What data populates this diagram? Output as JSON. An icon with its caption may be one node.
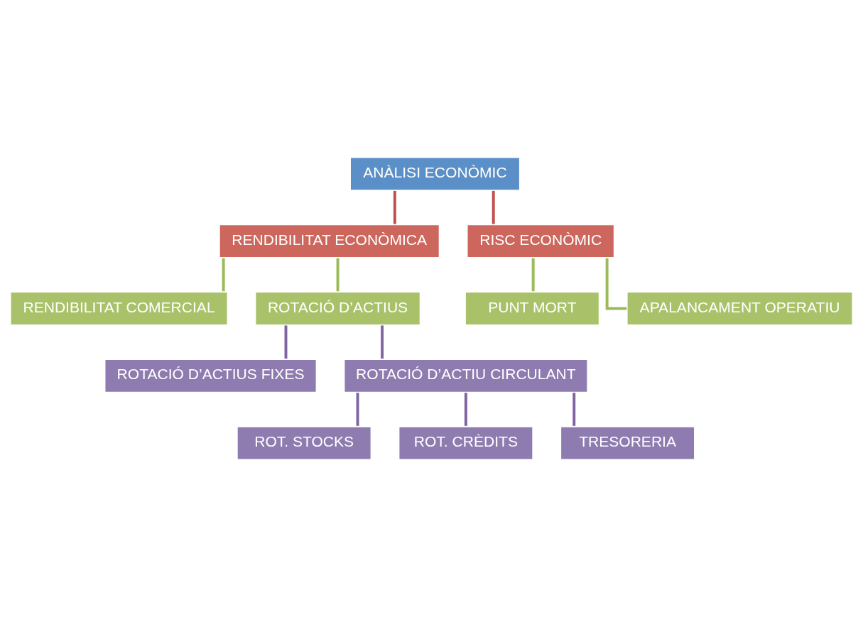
{
  "diagram": {
    "nodes": [
      {
        "text": [
          "ANÀLISI ECONÒMIC"
        ]
      },
      {
        "text": [
          "RENDIBILITAT ECONÒMICA"
        ]
      },
      {
        "text": [
          "RISC ECONÒMIC"
        ]
      },
      {
        "text": [
          "RENDIBILITAT COMERCIAL"
        ]
      },
      {
        "text": [
          "ROTACIÓ D’ACTIUS"
        ]
      },
      {
        "text": [
          "PUNT MORT"
        ]
      },
      {
        "text": [
          "APALANCAMENT OPERATIU"
        ]
      },
      {
        "text": [
          "ROTACIÓ D’ACTIUS FIXES"
        ]
      },
      {
        "text": [
          "ROTACIÓ D’ACTIU CIRCULANT"
        ]
      },
      {
        "text": [
          "ROT. STOCKS"
        ]
      },
      {
        "text": [
          "ROT. CRÈDITS"
        ]
      },
      {
        "text": [
          "TRESORERIA"
        ]
      }
    ],
    "edges": [
      {
        "from": 0,
        "to": 1,
        "arrow": "none",
        "color": "#c0504d"
      },
      {
        "from": 0,
        "to": 2,
        "arrow": "none",
        "color": "#c0504d"
      },
      {
        "from": 1,
        "to": 3,
        "arrow": "none",
        "color": "#9bbb59"
      },
      {
        "from": 1,
        "to": 4,
        "arrow": "none",
        "color": "#9bbb59"
      },
      {
        "from": 2,
        "to": 5,
        "arrow": "none",
        "color": "#9bbb59"
      },
      {
        "from": 2,
        "to": 6,
        "arrow": "none",
        "color": "#9bbb59"
      },
      {
        "from": 4,
        "to": 7,
        "arrow": "none"
      },
      {
        "from": 4,
        "to": 8,
        "arrow": "none"
      },
      {
        "from": 8,
        "to": 9,
        "arrow": "none"
      },
      {
        "from": 8,
        "to": 10,
        "arrow": "none"
      },
      {
        "from": 8,
        "to": 11,
        "arrow": "none"
      }
    ]
  }
}
